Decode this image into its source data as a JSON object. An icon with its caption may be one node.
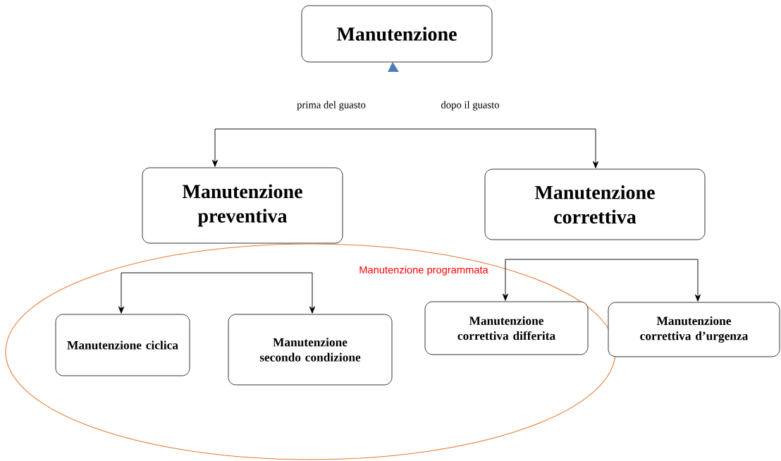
{
  "diagram": {
    "nodes": [
      {
        "text": [
          "Manutenzione"
        ]
      },
      {
        "text": [
          "Manutenzione preventiva"
        ]
      },
      {
        "text": [
          "Manutenzione correttiva"
        ]
      },
      {
        "text": [
          "Manutenzione programmata"
        ]
      },
      {
        "text": [
          "Manutenzione ciclica"
        ],
        "in": 3
      },
      {
        "text": [
          "Manutenzione secondo condizione"
        ],
        "in": 3
      },
      {
        "text": [
          "Manutenzione correttiva differita"
        ],
        "in": 3
      },
      {
        "text": [
          "Manutenzione correttiva d’urgenza"
        ]
      }
    ],
    "edges": [
      {
        "from": null,
        "to": 1,
        "arrow": "to",
        "label": "prima del guasto"
      },
      {
        "from": null,
        "to": 2,
        "arrow": "to",
        "label": "dopo il guasto"
      },
      {
        "from": null,
        "to": 4,
        "arrow": "to"
      },
      {
        "from": null,
        "to": 5,
        "arrow": "to"
      },
      {
        "from": null,
        "to": 6,
        "arrow": "to"
      },
      {
        "from": null,
        "to": 7,
        "arrow": "to"
      }
    ]
  }
}
